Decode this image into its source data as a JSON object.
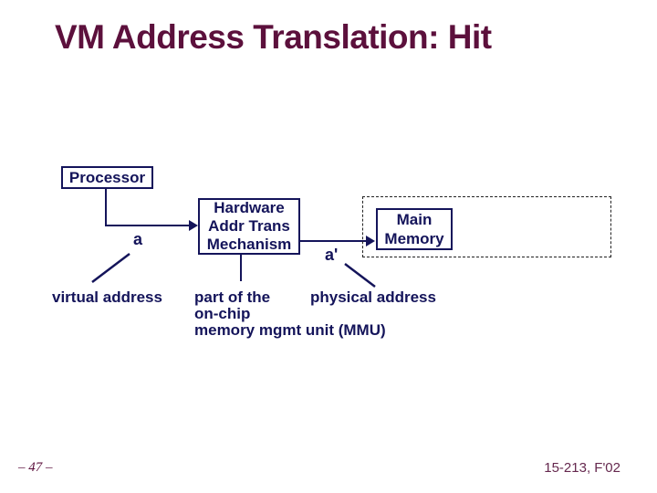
{
  "slide": {
    "title": "VM Address Translation: Hit",
    "footer_left": "– 47 –",
    "footer_right": "15-213, F'02"
  },
  "diagram": {
    "processor_label": "Processor",
    "hw_box_lines": [
      "Hardware",
      "Addr Trans",
      "Mechanism"
    ],
    "main_memory_lines": [
      "Main",
      "Memory"
    ],
    "label_a": "a",
    "label_a_prime": "a'",
    "virtual_address_label": "virtual address",
    "mmu_note_lines": [
      "part of the",
      "on-chip",
      "memory mgmt unit (MMU)"
    ],
    "physical_address_label": "physical address"
  },
  "colors": {
    "navy": "#14145a",
    "maroon": "#5c103c",
    "footer_right": "#65284e",
    "dashed_border": "#222222"
  }
}
